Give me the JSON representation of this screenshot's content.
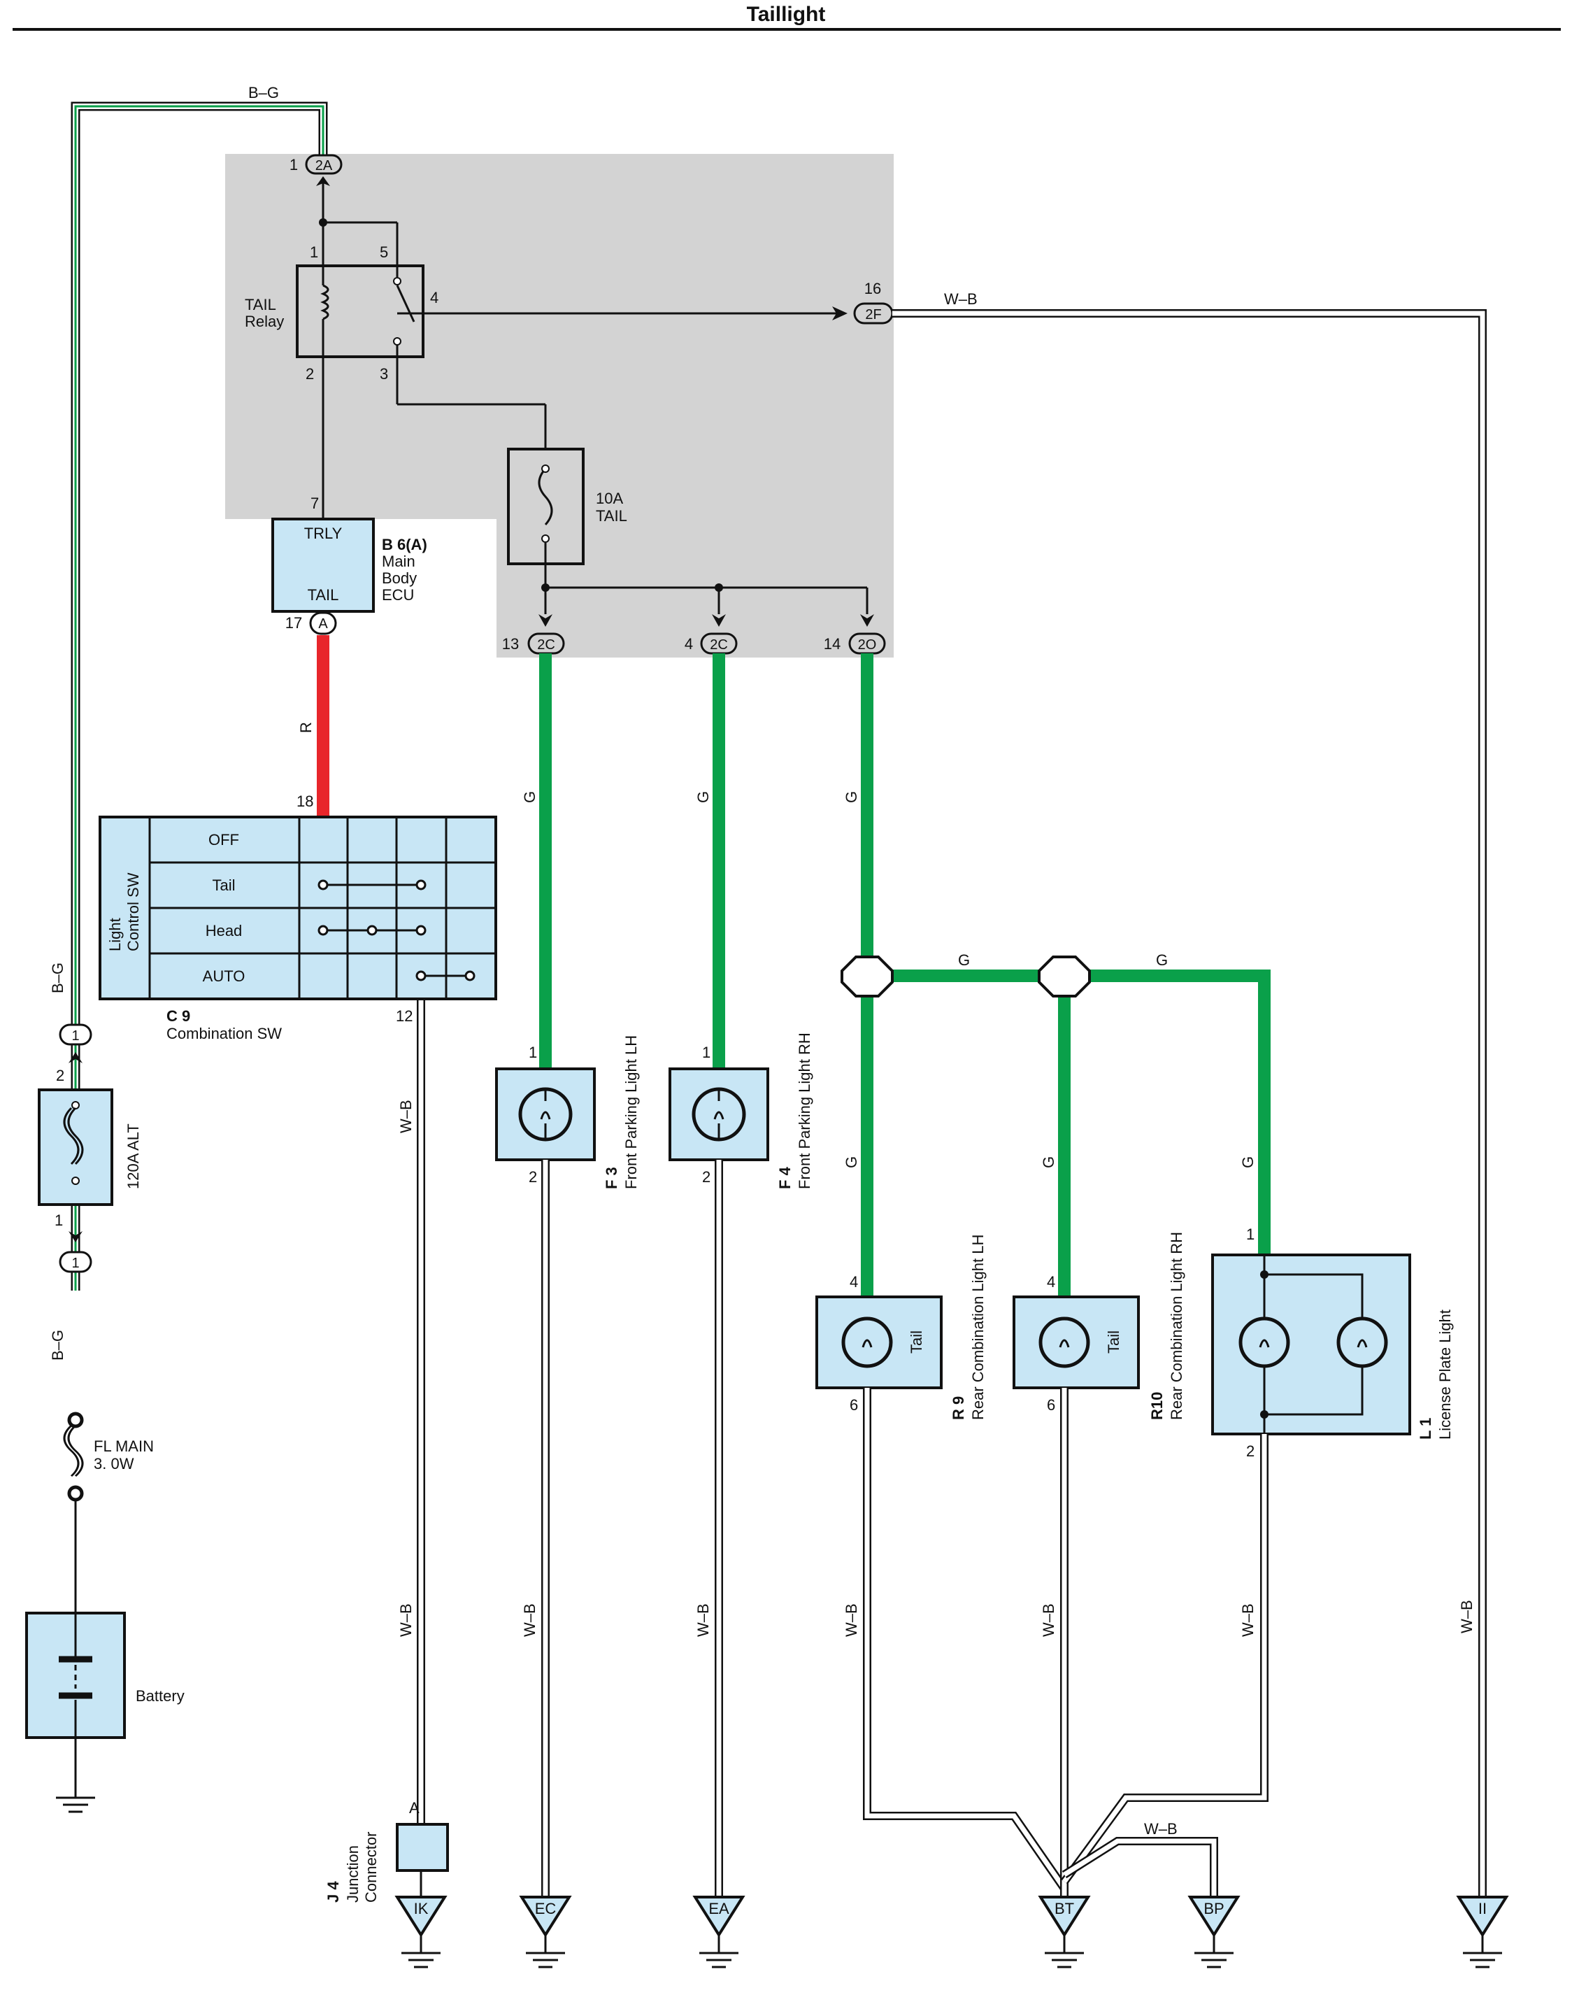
{
  "title": "Taillight",
  "colors": {
    "wire_green": "#0aa04a",
    "wire_red": "#e8262b",
    "wire_white": "#ffffff",
    "component_fill": "#c8e6f5",
    "box_gray": "#d3d3d3"
  },
  "wires": {
    "b_g": "B–G",
    "w_b": "W–B",
    "r": "R",
    "g": "G"
  },
  "relay": {
    "name1": "TAIL",
    "name2": "Relay",
    "pin1": "1",
    "pin5": "5",
    "pin4": "4",
    "pin2": "2",
    "pin3": "3"
  },
  "connectors": {
    "c2a": "2A",
    "c2a_pin": "1",
    "c2f": "2F",
    "c2f_pin": "16",
    "c2c_a": "2C",
    "c2c_a_pin": "13",
    "c2c_b": "2C",
    "c2c_b_pin": "4",
    "c2o": "2O",
    "c2o_pin": "14",
    "ca": "A",
    "ca_pin": "17",
    "c1a": "1",
    "c1b": "1"
  },
  "fuse_tail": {
    "line1": "10A",
    "line2": "TAIL"
  },
  "ecu": {
    "pin_top": "7",
    "label_top": "TRLY",
    "label_bottom": "TAIL",
    "ref": "B 6(A)",
    "name1": "Main",
    "name2": "Body",
    "name3": "ECU"
  },
  "combo_sw": {
    "pin_in": "18",
    "pin_out": "12",
    "rows": [
      "OFF",
      "Tail",
      "Head",
      "AUTO"
    ],
    "side1": "Light",
    "side2": "Control SW",
    "ref": "C 9",
    "name": "Combination SW"
  },
  "alt_fuse": {
    "label": "120A ALT",
    "pin_top": "2",
    "pin_bottom": "1"
  },
  "fl_main": {
    "line1": "FL MAIN",
    "line2": "3. 0W"
  },
  "battery": {
    "label": "Battery"
  },
  "junction": {
    "ref": "J 4",
    "name1": "Junction",
    "name2": "Connector",
    "pin": "A"
  },
  "front_lh": {
    "ref": "F 3",
    "name": "Front Parking Light LH",
    "pin1": "1",
    "pin2": "2"
  },
  "front_rh": {
    "ref": "F 4",
    "name": "Front Parking Light RH",
    "pin1": "1",
    "pin2": "2"
  },
  "rear_lh": {
    "ref": "R 9",
    "name": "Rear Combination Light LH",
    "pin_in": "4",
    "pin_out": "6",
    "bulb": "Tail"
  },
  "rear_rh": {
    "ref": "R10",
    "name": "Rear Combination Light RH",
    "pin_in": "4",
    "pin_out": "6",
    "bulb": "Tail"
  },
  "license": {
    "ref": "L 1",
    "name": "License Plate Light",
    "pin_in": "1",
    "pin_out": "2"
  },
  "grounds": [
    "IK",
    "EC",
    "EA",
    "BT",
    "BP",
    "II"
  ]
}
